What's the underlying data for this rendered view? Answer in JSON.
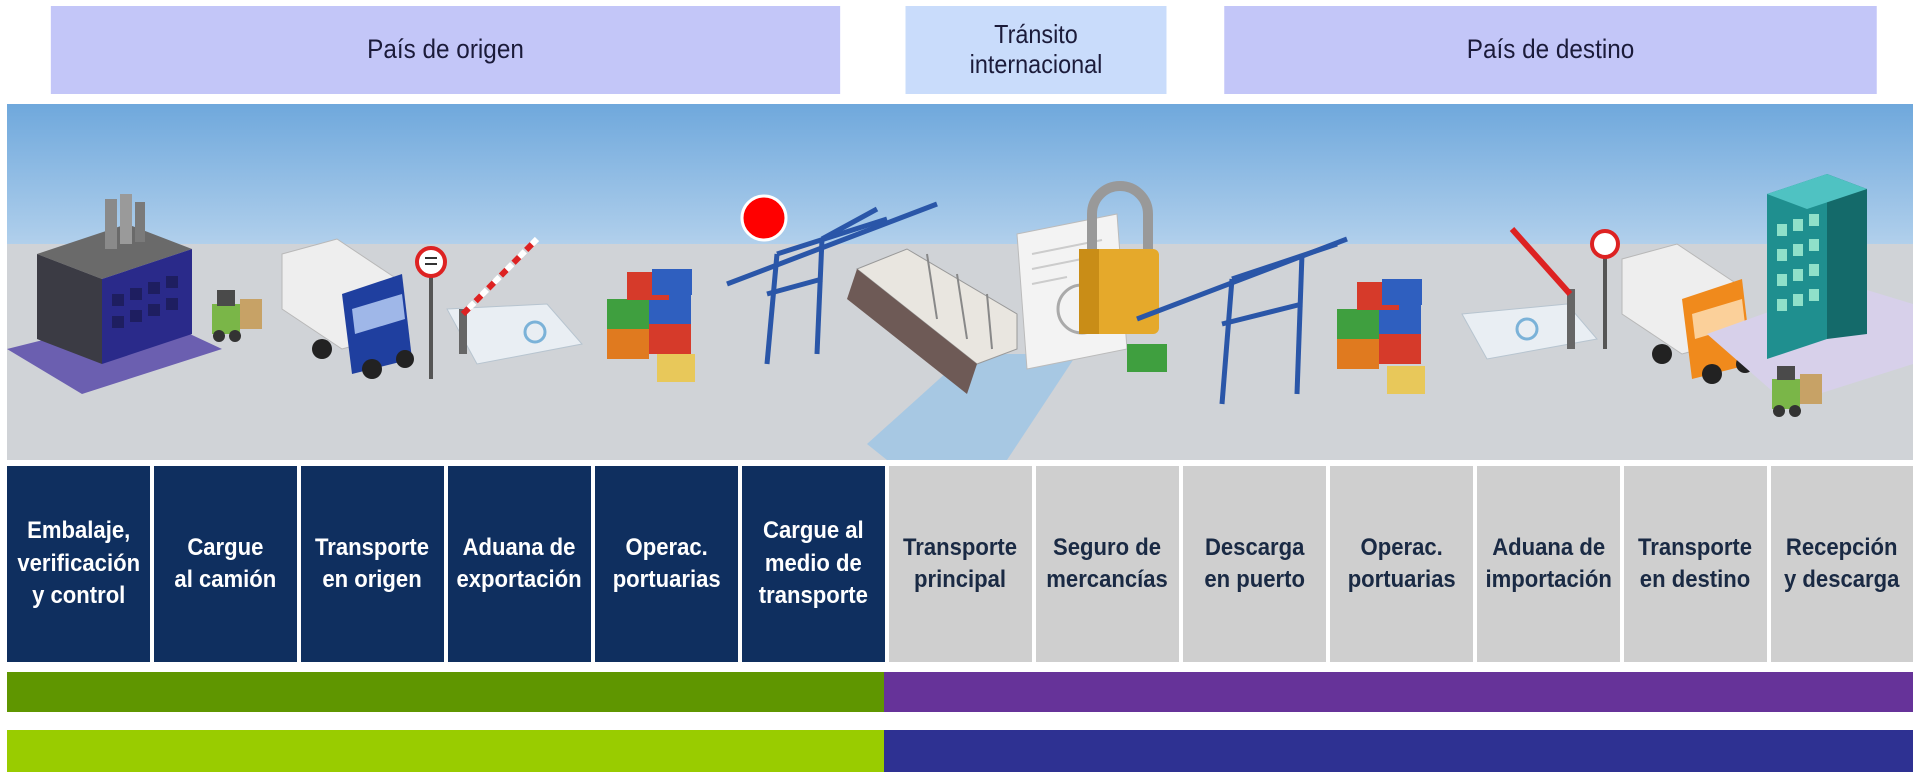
{
  "header": {
    "origin": "País de origen",
    "transit_line1": "Tránsito",
    "transit_line2": "internacional",
    "destination": "País de destino"
  },
  "steps": [
    {
      "label": "Embalaje,\nverificación\ny control",
      "group": "origin"
    },
    {
      "label": "Cargue\nal camión",
      "group": "origin"
    },
    {
      "label": "Transporte\nen origen",
      "group": "origin"
    },
    {
      "label": "Aduana de\nexportación",
      "group": "origin"
    },
    {
      "label": "Operac.\nportuarias",
      "group": "origin"
    },
    {
      "label": "Cargue al\nmedio de\ntransporte",
      "group": "origin"
    },
    {
      "label": "Transporte\nprincipal",
      "group": "dest"
    },
    {
      "label": "Seguro de\nmercancías",
      "group": "dest"
    },
    {
      "label": "Descarga\nen puerto",
      "group": "dest"
    },
    {
      "label": "Operac.\nportuarias",
      "group": "dest"
    },
    {
      "label": "Aduana de\nimportación",
      "group": "dest"
    },
    {
      "label": "Transporte\nen destino",
      "group": "dest"
    },
    {
      "label": "Recepción\ny descarga",
      "group": "dest"
    }
  ],
  "colors": {
    "origin_step": "#0f2f5f",
    "dest_step": "#cfcfcf",
    "bar1_left": "#5f9600",
    "bar1_right": "#663399",
    "bar2_left": "#99cc00",
    "bar2_right": "#2e3192",
    "header_band": "#c3c6f8",
    "transit_band": "#c9dcfb",
    "marker": "#ff0000"
  },
  "illustrations": [
    "factory-icon",
    "forklift-icon",
    "truck-icon",
    "traffic-sign-icon",
    "barrier-gate-icon",
    "containers-icon",
    "red-dot-marker",
    "port-crane-icon",
    "cargo-ship-icon",
    "insurance-document-icon",
    "padlock-icon",
    "port-crane-icon",
    "containers-icon",
    "barrier-gate-icon",
    "traffic-sign-icon",
    "truck-icon",
    "forklift-icon",
    "office-building-icon"
  ]
}
